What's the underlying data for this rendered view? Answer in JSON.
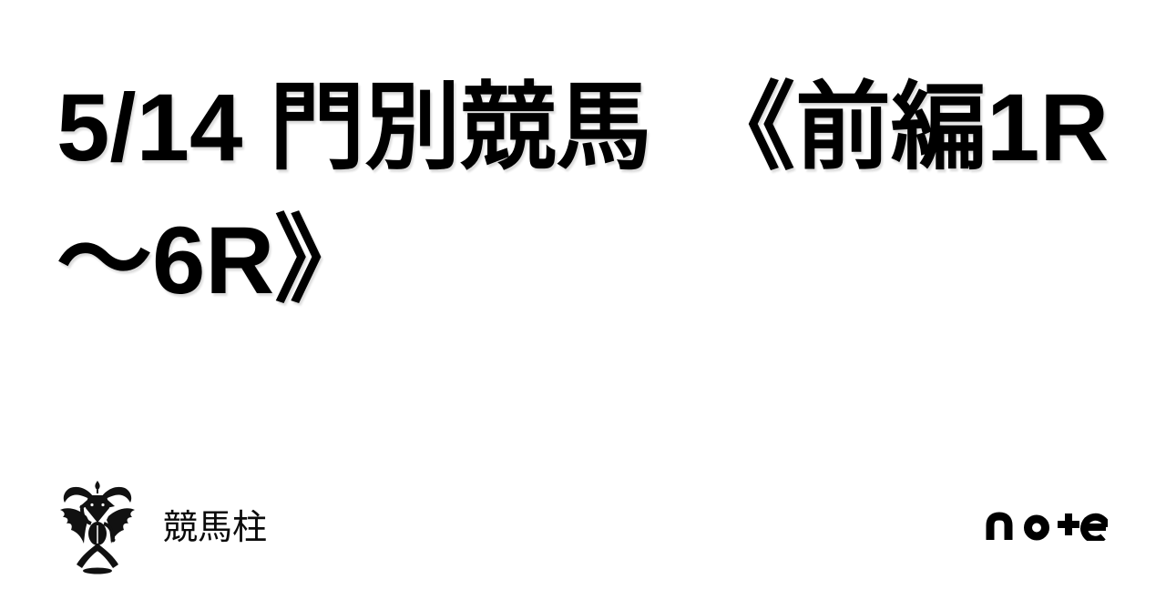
{
  "page": {
    "background_color": "#ffffff",
    "text_color": "#000000",
    "kind": "note-article-eyecatch-card"
  },
  "title": {
    "full_text": "5/14 門別競馬　《前編1R〜6R》",
    "line1": "5/14 門別競馬　《前編1R",
    "line2": "〜6R》"
  },
  "author": {
    "name": "競馬柱",
    "avatar_icon": "baphomet-goat-figure"
  },
  "brand": {
    "name": "note",
    "logo_text": "no+e",
    "logo_icon": "note-logo",
    "color": "#000000"
  }
}
